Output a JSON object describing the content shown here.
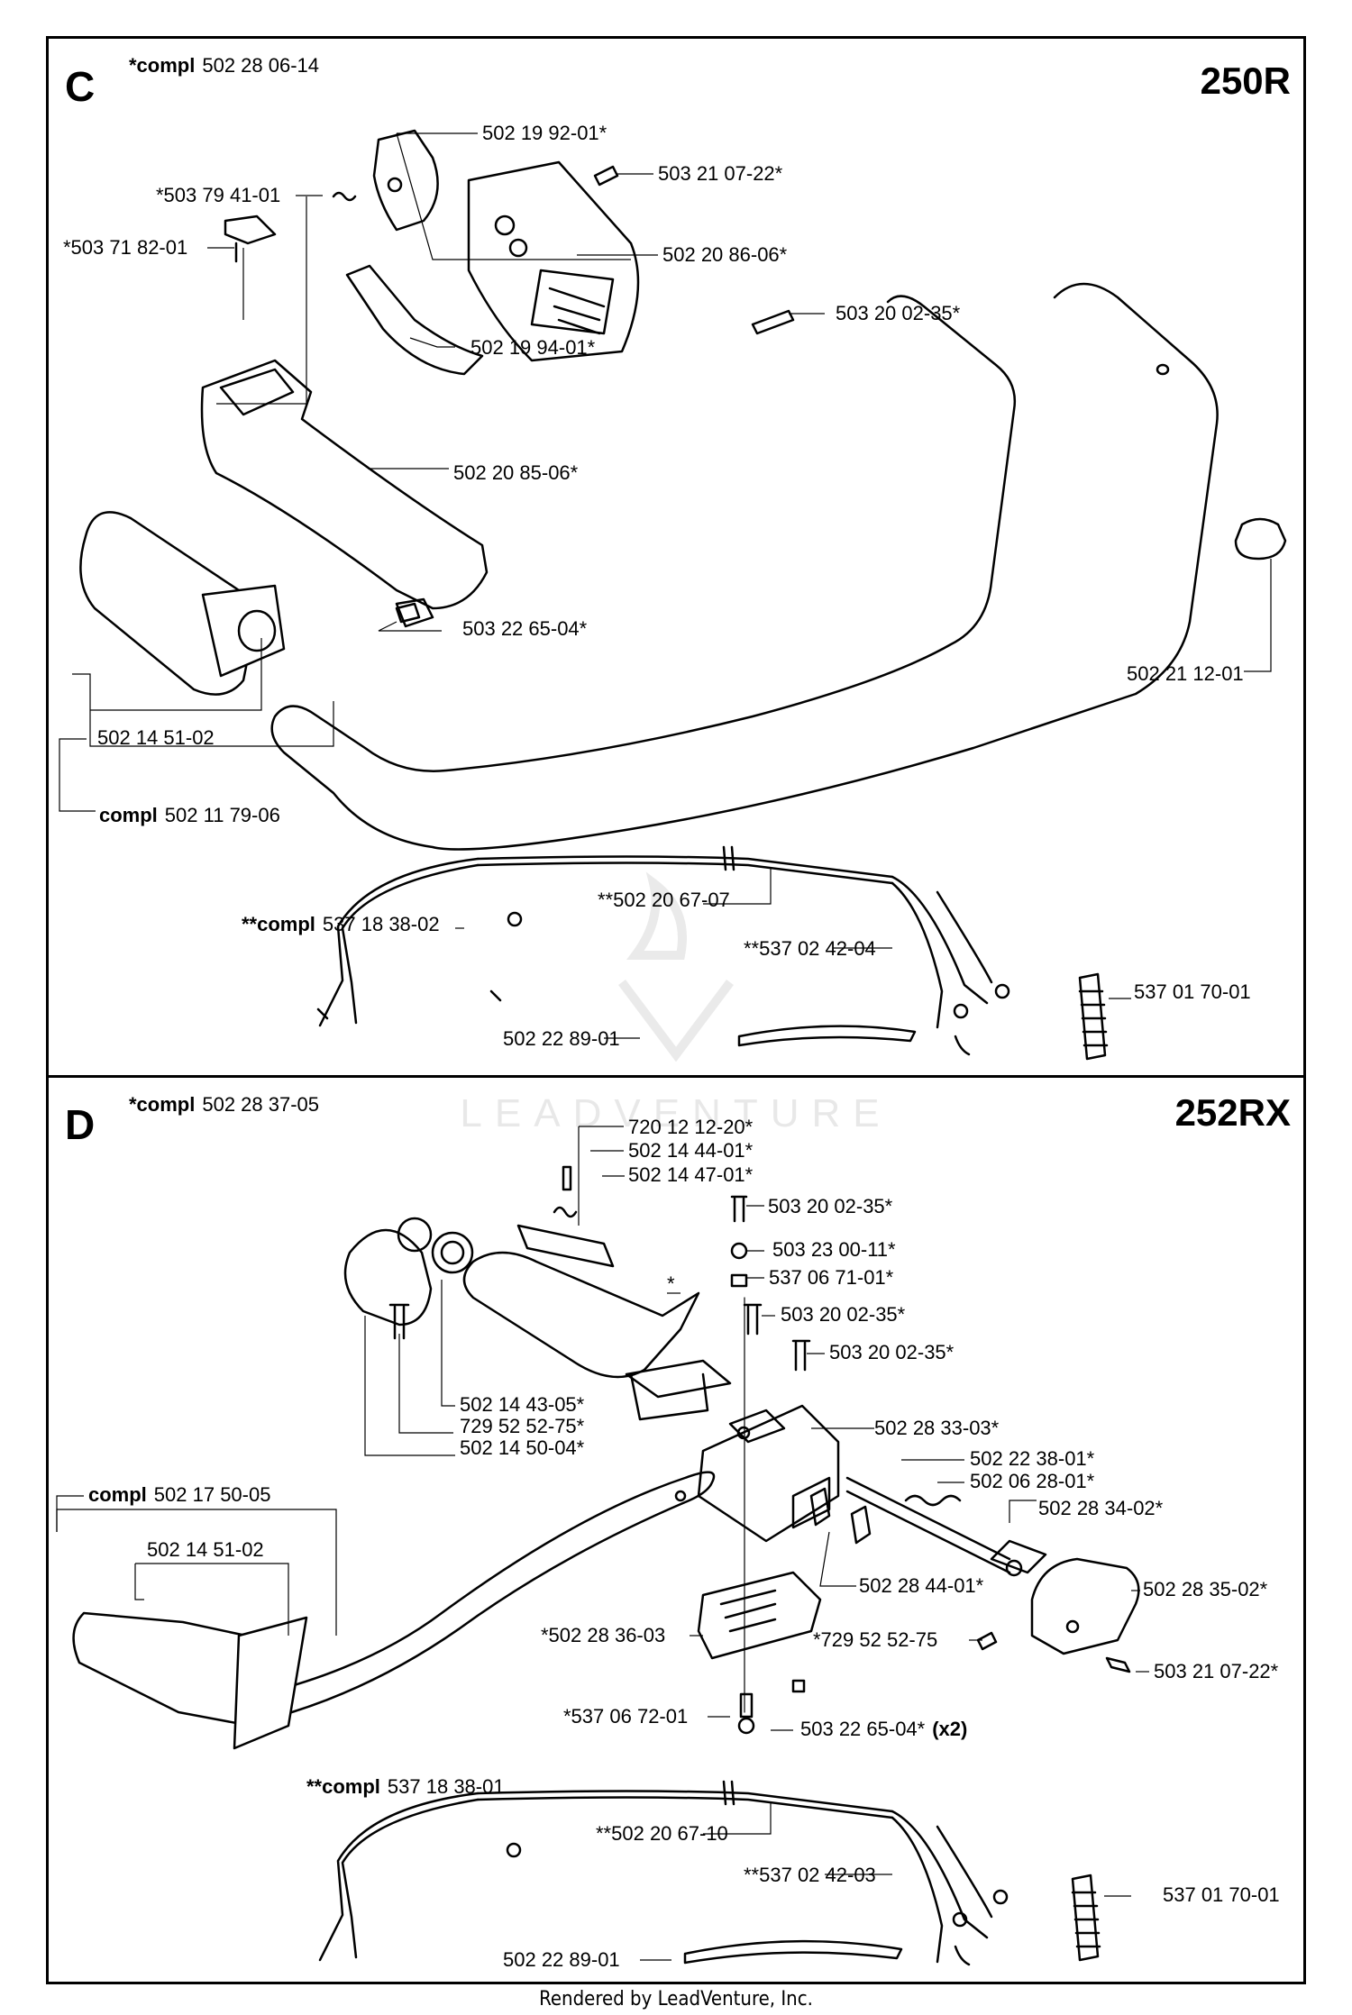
{
  "panel_c": {
    "letter": "C",
    "model": "250R",
    "compl_prefix": "*compl",
    "compl_number": "502 28 06-14",
    "labels": {
      "p1": "502 19 92-01*",
      "p2": "*503 79 41-01",
      "p3": "*503 71 82-01",
      "p4": "503 21 07-22*",
      "p5": "502 20 86-06*",
      "p6": "503 20 02-35*",
      "p7": "502 19 94-01*",
      "p8": "502 20 85-06*",
      "p9": "503 22 65-04*",
      "p10": "502 21 12-01",
      "p11": "502 14 51-02",
      "p12": "502 20 67-07",
      "p12_prefix": "**",
      "p13": "537 02 42-04",
      "p13_prefix": "**",
      "p14": "537 01 70-01",
      "p15": "502 22 89-01"
    },
    "compl_handle_prefix": "compl",
    "compl_handle_number": "502 11 79-06",
    "compl_wire_prefix": "**compl",
    "compl_wire_number": "537 18 38-02"
  },
  "panel_d": {
    "letter": "D",
    "model": "252RX",
    "compl_prefix": "*compl",
    "compl_number": "502 28 37-05",
    "labels": {
      "q1": "720 12 12-20*",
      "q2": "502 14 44-01*",
      "q3": "502 14 47-01*",
      "q4": "503 20 02-35*",
      "q5": "503 23 00-11*",
      "q6": "537 06 71-01*",
      "q7": "503 20 02-35*",
      "q8": "503 20 02-35*",
      "q9": "502 28 33-03*",
      "q10": "502 22 38-01*",
      "q11": "502 06 28-01*",
      "q12": "502 28 34-02*",
      "q13": "502 28 35-02*",
      "q14": "503 21 07-22*",
      "q15": "502 14 43-05*",
      "q16": "729 52 52-75*",
      "q17": "502 14 50-04*",
      "q18": "502 14 51-02",
      "q19": "502 28 44-01*",
      "q20": "*729 52 52-75",
      "q21": "*502 28 36-03",
      "q22": "*537 06 72-01",
      "q23": "503 22 65-04*",
      "q23_suffix": "(x2)",
      "q24": "502 20 67-10",
      "q24_prefix": "**",
      "q25": "537 02 42-03",
      "q25_prefix": "**",
      "q26": "537 01 70-01",
      "q27": "502 22 89-01",
      "star": "*"
    },
    "compl_handle_prefix": "compl",
    "compl_handle_number": "502 17 50-05",
    "compl_wire_prefix": "**compl",
    "compl_wire_number": "537 18 38-01"
  },
  "watermark": "LEADVENTURE",
  "footer": "Rendered by LeadVenture, Inc."
}
